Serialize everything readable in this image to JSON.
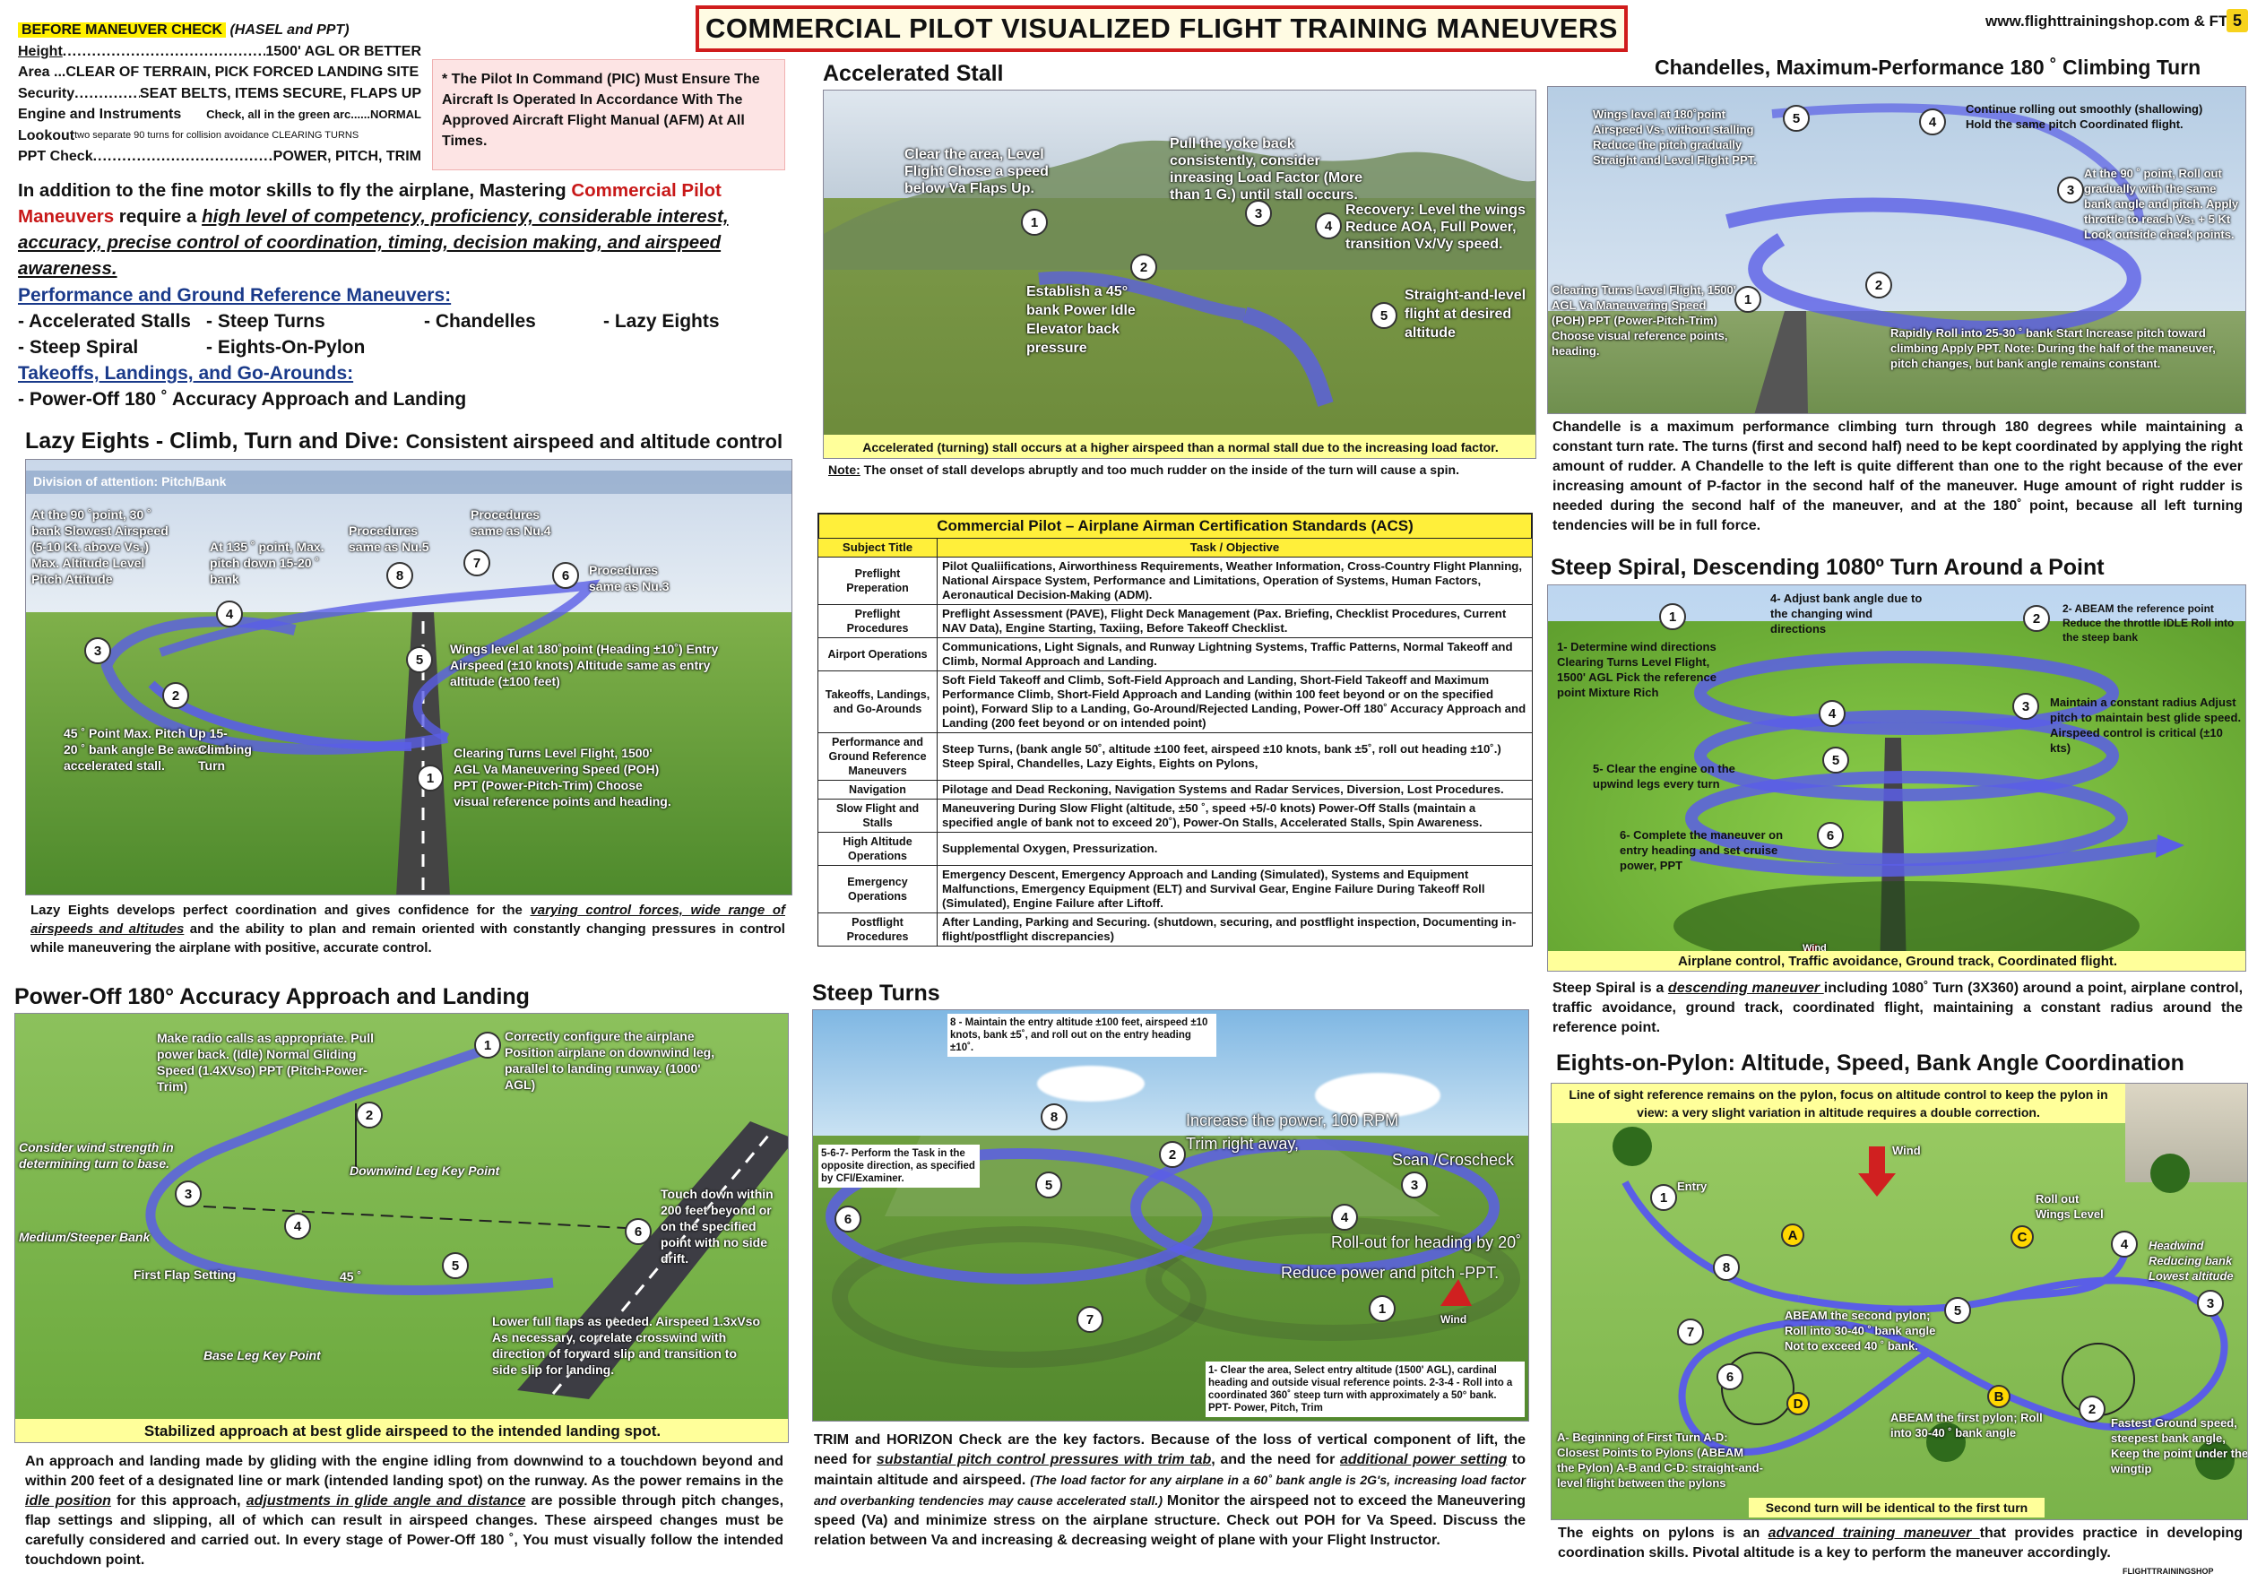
{
  "header": {
    "title": "COMMERCIAL PILOT VISUALIZED FLIGHT TRAINING MANEUVERS",
    "website": "www.flighttrainingshop.com  & FTS",
    "page_number": "5"
  },
  "checklist": {
    "heading": "BEFORE MANEUVER CHECK",
    "heading_note": "(HASEL and PPT)",
    "rows": [
      {
        "key": "Height",
        "value": "1500' AGL OR BETTER"
      },
      {
        "key": "Area ...CLEAR OF TERRAIN, PICK FORCED LANDING SITE",
        "value": ""
      },
      {
        "key": "Security",
        "value": "SEAT BELTS, ITEMS SECURE, FLAPS UP"
      },
      {
        "key": "Engine and Instruments",
        "value": "Check, all in the green arc......NORMAL"
      },
      {
        "key": "Lookout",
        "value": "two separate 90 turns for collision avoidance CLEARING TURNS"
      },
      {
        "key": "PPT Check",
        "value": "POWER, PITCH, TRIM"
      }
    ]
  },
  "pic_note": "* The Pilot In Command (PIC) Must Ensure The Aircraft Is Operated In Accordance With The Approved Aircraft Flight Manual (AFM) At All Times.",
  "intro": {
    "part1": "In addition to the fine motor skills to fly the airplane, Mastering ",
    "highlight": "Commercial Pilot Maneuvers",
    "part2": " require a ",
    "emph": "high level of competency, proficiency, considerable interest, accuracy, precise control of coordination, timing, decision making, and airspeed awareness."
  },
  "maneuver_lists": {
    "perf_heading": "Performance and Ground Reference Maneuvers:",
    "perf_row1": [
      "- Accelerated Stalls",
      "- Steep Turns",
      "- Chandelles",
      "- Lazy Eights"
    ],
    "perf_row2": [
      "- Steep Spiral",
      "- Eights-On-Pylon"
    ],
    "tl_heading": "Takeoffs, Landings, and Go-Arounds:",
    "tl_item": "- Power-Off 180 ˚ Accuracy Approach and Landing"
  },
  "lazy_eights": {
    "title": "Lazy Eights - Climb, Turn and Dive:",
    "subtitle": "Consistent airspeed and altitude control",
    "division": "Division of attention: Pitch/Bank",
    "labels": {
      "l1": "At the 90 ˚point, 30 ˚ bank Slowest Airspeed (5-10 Kt. above Vs₁) Max. Altitude Level Pitch Attitude",
      "l2": "At 135 ˚ point, Max. pitch down 15-20 ˚ bank",
      "l3": "Procedures same as Nu.5",
      "l4": "Procedures same as Nu.4",
      "l5": "Procedures same as Nu.3",
      "l6": "Wings level at 180˚point (Heading ±10˚) Entry Airspeed (±10 knots) Altitude same as entry altitude (±100 feet)",
      "l7": "45 ˚ Point Max. Pitch Up 15-20 ˚ bank angle Be aware of accelerated stall.",
      "l8": "Climbing Turn",
      "l9": "Clearing Turns Level Flight, 1500' AGL Va Maneuvering Speed (POH) PPT (Power-Pitch-Trim) Choose visual reference points and heading."
    },
    "description_pre": "Lazy Eights develops perfect coordination and gives confidence for the ",
    "description_emph": "varying control forces, wide range of airspeeds and altitudes",
    "description_post": " and the ability to plan and remain oriented with constantly changing pressures in control while maneuvering the airplane with positive, accurate control."
  },
  "power_off": {
    "title": "Power-Off 180° Accuracy Approach and Landing",
    "labels": {
      "l1": "Make radio calls as appropriate. Pull power back. (Idle) Normal Gliding Speed (1.4XVso) PPT (Pitch-Power-Trim)",
      "l2": "Correctly configure the airplane Position airplane on downwind leg, parallel to landing runway. (1000' AGL)",
      "l3": "Consider wind strength in determining turn to base.",
      "l4": "Downwind Leg Key Point",
      "l5": "Medium/Steeper Bank",
      "l6": "First Flap Setting",
      "l7": "45 ˚",
      "l8": "Touch down within 200 feet beyond or on the specified point with no side drift.",
      "l9": "Lower full flaps as needed. Airspeed 1.3xVso As necessary, correlate crosswind with direction of forward slip and transition to side slip for landing.",
      "l10": "Base Leg Key Point"
    },
    "caption": "Stabilized approach at best glide airspeed to the intended landing spot.",
    "description_pre": "An approach and landing made by gliding with the engine idling from downwind to a touchdown beyond and within 200 feet of a designated line or mark (intended landing spot) on the runway. As the power remains in the ",
    "description_emph1": "idle position",
    "description_mid": " for this approach, ",
    "description_emph2": "adjustments in glide angle and distance",
    "description_post": " are possible through pitch changes, flap settings and slipping, all of which can result in airspeed changes. These airspeed changes must be carefully considered and carried out. In every stage of Power-Off 180 ˚, You must visually follow the intended touchdown point."
  },
  "accelerated_stall": {
    "title": "Accelerated Stall",
    "labels": {
      "l1": "Clear the area, Level Flight Chose a speed below Va Flaps Up.",
      "l2": "Establish a 45° bank Power Idle Elevator back pressure",
      "l3": "Pull the yoke back consistently, consider inreasing Load Factor (More than 1 G.) until stall occurs.",
      "l4": "Recovery: Level the wings Reduce AOA, Full Power, transition Vx/Vy speed.",
      "l5": "Straight-and-level flight at desired altitude"
    },
    "caption": "Accelerated (turning) stall occurs at a higher airspeed than a normal stall due to the increasing load factor.",
    "note_label": "Note:",
    "note": " The onset of stall develops abruptly and too much rudder on the inside of the turn will cause a spin."
  },
  "acs": {
    "title": "Commercial Pilot – Airplane Airman Certification Standards (ACS)",
    "col1": "Subject Title",
    "col2": "Task / Objective",
    "rows": [
      {
        "subject": "Preflight Preperation",
        "task": "Pilot Qualiifications, Airworthiness Requirements, Weather Information, Cross-Country Flight Planning, National Airspace System,  Performance and Limitations, Operation of Systems,  Human Factors, Aeronautical Decision-Making (ADM)."
      },
      {
        "subject": "Preflight Procedures",
        "task": "Preflight Assessment (PAVE), Flight Deck Management (Pax. Briefing, Checklist Procedures, Current NAV Data), Engine Starting, Taxiing, Before Takeoff Checklist."
      },
      {
        "subject": "Airport Operations",
        "task": "Communications, Light Signals, and Runway Lightning Systems,  Traffic Patterns, Normal Takeoff and CIimb, Normal Approach and Landing."
      },
      {
        "subject": "Takeoffs, Landings, and Go-Arounds",
        "task": "Soft Field Takeoff and Climb, Soft-Field Approach and Landing, Short-Field Takeoff and Maximum Performance Climb, Short-Field Approach and Landing (within 100 feet beyond or on the specified point), Forward Slip to a Landing, Go-Around/Rejected Landing, Power-Off 180˚ Accuracy Approach and Landing (200 feet beyond or on intended point)"
      },
      {
        "subject": "Performance and Ground Reference Maneuvers",
        "task": "Steep Turns, (bank angle 50˚, altitude ±100 feet, airspeed ±10 knots, bank ±5˚, roll out heading ±10˚.) Steep Spiral, Chandelles, Lazy Eights, Eights on Pylons,"
      },
      {
        "subject": "Navigation",
        "task": "Pilotage and Dead Reckoning, Navigation Systems and Radar Services, Diversion, Lost Procedures."
      },
      {
        "subject": "Slow Flight and Stalls",
        "task": "Maneuvering During Slow Flight (altitude, ±50 ˚, speed +5/-0 knots) Power-Off Stalls (maintain a specified angle of bank not to exceed 20˚), Power-On Stalls, Accelerated Stalls, Spin Awareness."
      },
      {
        "subject": "High Altitude Operations",
        "task": "Supplemental Oxygen, Pressurization."
      },
      {
        "subject": "Emergency Operations",
        "task": "Emergency Descent, Emergency Approach and Landing (Simulated), Systems and Equipment Malfunctions, Emergency Equipment (ELT) and Survival Gear, Engine Failure During Takeoff Roll (Simulated), Engine Failure after Liftoff."
      },
      {
        "subject": "Postflight Procedures",
        "task": "After Landing, Parking and Securing. (shutdown, securing, and postflight inspection, Documenting in-flight/postflight discrepancies)"
      }
    ]
  },
  "steep_turns": {
    "title": "Steep Turns",
    "labels": {
      "l1": "8 - Maintain the entry altitude ±100 feet, airspeed ±10 knots, bank ±5˚, and roll out on the entry heading ±10˚.",
      "l2": "5-6-7- Perform the Task in the opposite direction, as specified by CFI/Examiner.",
      "l3": "Increase the power, 100 RPM",
      "l4": "Trim right away,",
      "l5": "Scan /Croscheck",
      "l6": "Roll-out for heading by 20˚",
      "l7": "Reduce power and pitch -PPT.",
      "l8": "1- Clear the area, Select entry altitude (1500' AGL), cardinal heading and outside visual reference points. 2-3-4 - Roll into a coordinated 360˚ steep turn with approximately a 50° bank. PPT- Power, Pitch, Trim",
      "wind": "Wind"
    },
    "description_pre": "TRIM and HORIZON Check are the key factors. Because of the loss of vertical component of lift, the need for ",
    "description_emph1": "substantial pitch control pressures with trim tab",
    "description_mid": ", and the need for ",
    "description_emph2": "additional power setting",
    "description_mid2": " to maintain altitude and airspeed. ",
    "description_italic": "(The load factor for any airplane in a 60˚ bank angle is 2G's, increasing load factor and overbanking tendencies may cause accelerated stall.)",
    "description_post": " Monitor the airspeed not to exceed the Maneuvering speed (Va) and minimize stress on the airplane structure.  Check out POH for Va Speed. Discuss the relation between Va and increasing & decreasing weight of plane with your Flight Instructor."
  },
  "chandelles": {
    "title": "Chandelles, Maximum-Performance 180 ˚ Climbing Turn",
    "labels": {
      "l1": "Wings level at 180˚point Airspeed Vs₁ without stalling Reduce the pitch gradually Straight and Level Flight PPT.",
      "l2": "Continue rolling out smoothly (shallowing) Hold the same pitch Coordinated flight.",
      "l3": "At the 90 ˚ point, Roll out gradually with the same bank angle and pitch. Apply throttle to reach Vs₁ + 5 Kt Look outside check points.",
      "l4": "Clearing Turns Level Flight, 1500' AGL Va Maneuvering Speed (POH) PPT (Power-Pitch-Trim) Choose visual reference points, heading.",
      "l5": "Rapidly Roll into 25-30 ˚ bank Start Increase pitch toward climbing Apply PPT. Note: During the half of the maneuver, pitch changes, but bank angle remains constant."
    },
    "description": "Chandelle is a maximum performance climbing turn through 180 degrees while maintaining a constant turn rate. The turns (first and second half) need to be kept coordinated by applying the right amount of rudder. A Chandelle to the left is quite different than one to the right because of the ever increasing amount of P-factor in the second half of the maneuver. Huge amount of right rudder is needed during the second half of the maneuver, and at the 180˚ point, because all left turning tendencies will be in full force."
  },
  "steep_spiral": {
    "title": "Steep Spiral, Descending 1080º Turn Around a Point",
    "labels": {
      "l1": "1- Determine wind directions Clearing Turns Level Flight, 1500' AGL Pick the reference point Mixture Rich",
      "l2": "4- Adjust bank angle due to the changing wind directions",
      "l3": "2- ABEAM the reference point Reduce the throttle IDLE Roll into the steep bank",
      "l4": "Maintain a constant radius Adjust pitch to maintain best glide speed. Airspeed control is critical (±10 kts)",
      "l5": "5- Clear the engine on the upwind legs every turn",
      "l6": "6- Complete the maneuver on entry heading and set cruise power, PPT",
      "wind": "Wind"
    },
    "caption": "Airplane control, Traffic avoidance, Ground track, Coordinated flight.",
    "description_pre": "Steep Spiral is a ",
    "description_emph": "descending maneuver ",
    "description_post": "including 1080˚ Turn (3X360) around a point, airplane control, traffic avoidance, ground track, coordinated flight, maintaining a constant radius around the reference point."
  },
  "eights_on_pylon": {
    "title": "Eights-on-Pylon: Altitude, Speed, Bank Angle Coordination",
    "banner": "Line of sight reference remains on the pylon, focus on altitude control to keep the pylon in view: a very slight variation in altitude requires a double correction.",
    "labels": {
      "wind": "Wind",
      "entry": "Entry",
      "roll_out": "Roll out Wings Level",
      "headwind": "Headwind Reducing bank Lowest altitude",
      "abeam2": "ABEAM the second  pylon; Roll into 30-40 ˚ bank angle Not to exceed 40 ˚ bank.",
      "abeam1": "ABEAM the first pylon; Roll into 30-40 ˚ bank angle",
      "fastest": "Fastest Ground speed, steepest bank angle, Keep the point under the wingtip",
      "legend": "A- Beginning of First Turn A-D: Closest Points to Pylons (ABEAM the Pylon) A-B and C-D: straight-and-level flight between the pylons"
    },
    "caption": "Second turn will be identical to the first turn",
    "description_pre": "The eights on pylons is an ",
    "description_emph": "advanced training maneuver ",
    "description_post": "that provides practice in developing coordination skills. Pivotal altitude is a key to perform the maneuver accordingly.",
    "logo": "FLIGHTTRAININGSHOP"
  },
  "colors": {
    "title_border": "#d01c1c",
    "highlight": "#ffef00",
    "caption": "#ffff9a",
    "path": "#5a5ee6",
    "red": "#c81818"
  }
}
